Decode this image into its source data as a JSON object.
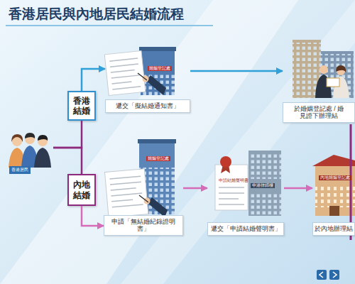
{
  "diagram": {
    "title": "香港居民與內地居民結婚流程",
    "nodes": [
      {
        "text": [
          "香港居民"
        ]
      },
      {
        "text": [
          "香港結婚"
        ]
      },
      {
        "text": [
          "遞交「擬結婚通知書」"
        ]
      },
      {
        "text": [
          "於婚姻登記處 / 婚 見證下辦理結"
        ]
      },
      {
        "text": [
          "內地結婚"
        ]
      },
      {
        "text": [
          "申請「無結婚紀錄證明書」"
        ]
      },
      {
        "text": [
          "遞交「申請結婚聲明書」"
        ]
      },
      {
        "text": [
          "於內地辦理結"
        ]
      }
    ],
    "edges": [
      {
        "from": 0,
        "to": 1,
        "arrow": "none"
      },
      {
        "from": 0,
        "to": 4,
        "arrow": "none"
      },
      {
        "from": 1,
        "to": 2,
        "arrow": "to"
      },
      {
        "from": 2,
        "to": 3,
        "arrow": "to"
      },
      {
        "from": 4,
        "to": 5,
        "arrow": "to"
      },
      {
        "from": 5,
        "to": 6,
        "arrow": "to"
      },
      {
        "from": 6,
        "to": 7,
        "arrow": "to"
      }
    ],
    "labels": [
      "婚姻登記處",
      "婚姻登記處",
      "申請結婚聲明書",
      "中港律師樓",
      "內地婚姻登記處"
    ]
  }
}
